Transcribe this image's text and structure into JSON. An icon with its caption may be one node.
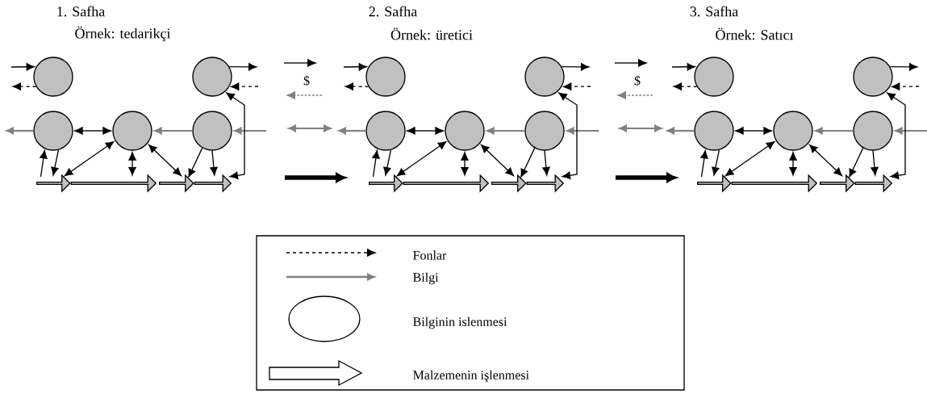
{
  "diagram": {
    "nodes": [
      {
        "text": [],
        "shape": "circle"
      },
      {
        "text": [],
        "shape": "circle"
      },
      {
        "text": [],
        "shape": "circle"
      },
      {
        "text": [],
        "shape": "circle"
      },
      {
        "text": [],
        "shape": "circle"
      },
      {
        "text": [],
        "shape": "arrow"
      },
      {
        "text": [],
        "shape": "arrow"
      },
      {
        "text": [],
        "shape": "arrow"
      },
      {
        "text": [],
        "shape": "arrow"
      },
      {
        "text": [],
        "shape": "circle"
      },
      {
        "text": [],
        "shape": "circle"
      },
      {
        "text": [],
        "shape": "circle"
      },
      {
        "text": [],
        "shape": "circle"
      },
      {
        "text": [],
        "shape": "circle"
      },
      {
        "text": [],
        "shape": "arrow"
      },
      {
        "text": [],
        "shape": "arrow"
      },
      {
        "text": [],
        "shape": "arrow"
      },
      {
        "text": [],
        "shape": "arrow"
      },
      {
        "text": [],
        "shape": "circle"
      },
      {
        "text": [],
        "shape": "circle"
      },
      {
        "text": [],
        "shape": "circle"
      },
      {
        "text": [],
        "shape": "circle"
      },
      {
        "text": [],
        "shape": "circle"
      },
      {
        "text": [],
        "shape": "arrow"
      },
      {
        "text": [],
        "shape": "arrow"
      },
      {
        "text": [],
        "shape": "arrow"
      },
      {
        "text": [],
        "shape": "arrow"
      }
    ],
    "edges": [
      {
        "from": null,
        "to": 0,
        "arrow": "to"
      },
      {
        "from": 0,
        "to": null,
        "arrow": "to",
        "style": "dashed"
      },
      {
        "from": 1,
        "to": null,
        "arrow": "to"
      },
      {
        "from": null,
        "to": 1,
        "arrow": "to",
        "style": "dashed"
      },
      {
        "from": 2,
        "to": null,
        "arrow": "to",
        "color": "#808080"
      },
      {
        "from": 2,
        "to": 3,
        "arrow": "both"
      },
      {
        "from": 4,
        "to": 3,
        "arrow": "to",
        "color": "#808080"
      },
      {
        "from": null,
        "to": 4,
        "arrow": "to",
        "color": "#808080"
      },
      {
        "from": 5,
        "to": 2,
        "arrow": "to"
      },
      {
        "from": 2,
        "to": 5,
        "arrow": "to"
      },
      {
        "from": 5,
        "to": 3,
        "arrow": "both"
      },
      {
        "from": 3,
        "to": 6,
        "arrow": "both"
      },
      {
        "from": 3,
        "to": 7,
        "arrow": "both"
      },
      {
        "from": 4,
        "to": 7,
        "arrow": "to"
      },
      {
        "from": 4,
        "to": 8,
        "arrow": "to"
      },
      {
        "from": 8,
        "to": 1,
        "arrow": "both"
      },
      {
        "from": null,
        "to": 9,
        "arrow": "to"
      },
      {
        "from": 9,
        "to": null,
        "arrow": "to",
        "style": "dashed"
      },
      {
        "from": 10,
        "to": null,
        "arrow": "to"
      },
      {
        "from": null,
        "to": 10,
        "arrow": "to",
        "style": "dashed"
      },
      {
        "from": 11,
        "to": null,
        "arrow": "to",
        "color": "#808080"
      },
      {
        "from": 11,
        "to": 12,
        "arrow": "both"
      },
      {
        "from": 13,
        "to": 12,
        "arrow": "to",
        "color": "#808080"
      },
      {
        "from": null,
        "to": 13,
        "arrow": "to",
        "color": "#808080"
      },
      {
        "from": 14,
        "to": 11,
        "arrow": "to"
      },
      {
        "from": 11,
        "to": 14,
        "arrow": "to"
      },
      {
        "from": 14,
        "to": 12,
        "arrow": "both"
      },
      {
        "from": 12,
        "to": 15,
        "arrow": "both"
      },
      {
        "from": 12,
        "to": 16,
        "arrow": "both"
      },
      {
        "from": 13,
        "to": 16,
        "arrow": "to"
      },
      {
        "from": 13,
        "to": 17,
        "arrow": "to"
      },
      {
        "from": 17,
        "to": 10,
        "arrow": "both"
      },
      {
        "from": null,
        "to": 18,
        "arrow": "to"
      },
      {
        "from": 18,
        "to": null,
        "arrow": "to",
        "style": "dashed"
      },
      {
        "from": 19,
        "to": null,
        "arrow": "to"
      },
      {
        "from": null,
        "to": 19,
        "arrow": "to",
        "style": "dashed"
      },
      {
        "from": 20,
        "to": null,
        "arrow": "to",
        "color": "#808080"
      },
      {
        "from": 20,
        "to": 21,
        "arrow": "both"
      },
      {
        "from": 22,
        "to": 21,
        "arrow": "to",
        "color": "#808080"
      },
      {
        "from": null,
        "to": 22,
        "arrow": "to",
        "color": "#808080"
      },
      {
        "from": 23,
        "to": 20,
        "arrow": "to"
      },
      {
        "from": 20,
        "to": 23,
        "arrow": "to"
      },
      {
        "from": 23,
        "to": 21,
        "arrow": "both"
      },
      {
        "from": 21,
        "to": 24,
        "arrow": "both"
      },
      {
        "from": 21,
        "to": 25,
        "arrow": "both"
      },
      {
        "from": 22,
        "to": 25,
        "arrow": "to"
      },
      {
        "from": 22,
        "to": 26,
        "arrow": "to"
      },
      {
        "from": 26,
        "to": 19,
        "arrow": "both"
      }
    ],
    "labels": [
      "1. Safha",
      "2. Safha",
      "3. Safha",
      "Örnek: tedarikçi",
      "Örnek: üretici",
      "Örnek: Satıcı",
      "$",
      "$"
    ],
    "legend": [
      {
        "text": "Fonlar"
      },
      {
        "text": "Bilgi"
      },
      {
        "text": "Bilginin islenmesi"
      },
      {
        "text": "Malzemenin işlenmesi"
      }
    ]
  }
}
